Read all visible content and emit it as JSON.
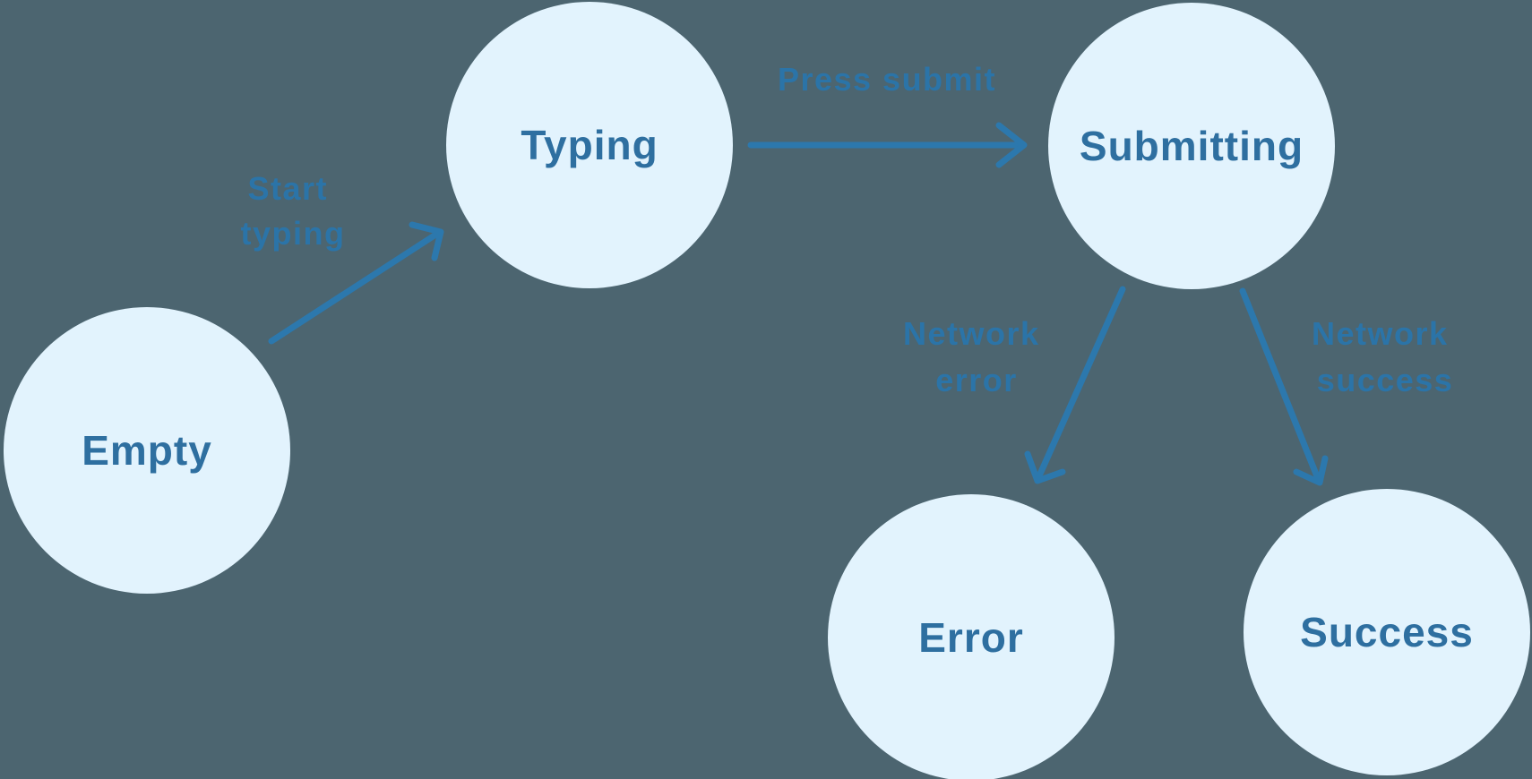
{
  "diagram": {
    "type": "state-machine",
    "states": [
      {
        "id": "empty",
        "label": "Empty"
      },
      {
        "id": "typing",
        "label": "Typing"
      },
      {
        "id": "submitting",
        "label": "Submitting"
      },
      {
        "id": "error",
        "label": "Error"
      },
      {
        "id": "success",
        "label": "Success"
      }
    ],
    "transitions": [
      {
        "from": "Empty",
        "to": "Typing",
        "label": "Start typing",
        "lines": [
          "Start",
          "typing"
        ]
      },
      {
        "from": "Typing",
        "to": "Submitting",
        "label": "Press submit",
        "lines": [
          "Press submit"
        ]
      },
      {
        "from": "Submitting",
        "to": "Error",
        "label": "Network error",
        "lines": [
          "Network",
          "error"
        ]
      },
      {
        "from": "Submitting",
        "to": "Success",
        "label": "Network success",
        "lines": [
          "Network",
          "success"
        ]
      }
    ]
  },
  "colors": {
    "background": "#4c6570",
    "node_fill": "#e2f3fd",
    "node_text": "#2e6fa0",
    "arrow": "#2c78ad",
    "transition_label": "#2b74a8"
  }
}
